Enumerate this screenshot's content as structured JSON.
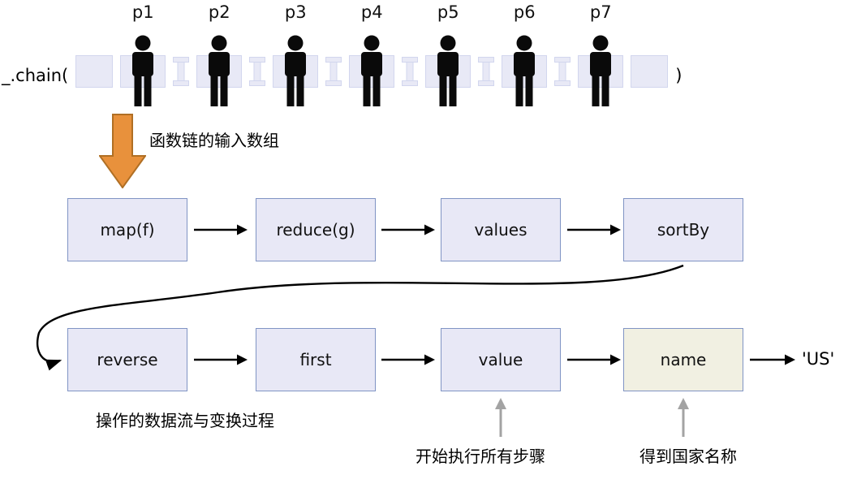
{
  "chain": {
    "prefix": "_.chain(",
    "suffix": ")",
    "people": [
      {
        "label": "p1"
      },
      {
        "label": "p2"
      },
      {
        "label": "p3"
      },
      {
        "label": "p4"
      },
      {
        "label": "p5"
      },
      {
        "label": "p6"
      },
      {
        "label": "p7"
      }
    ]
  },
  "labels": {
    "input_array": "函数链的输入数组",
    "flow_caption": "操作的数据流与变换过程",
    "start_all_steps": "开始执行所有步骤",
    "get_country_name": "得到国家名称"
  },
  "pipeline": {
    "row1": [
      {
        "label": "map(f)"
      },
      {
        "label": "reduce(g)"
      },
      {
        "label": "values"
      },
      {
        "label": "sortBy"
      }
    ],
    "row2": [
      {
        "label": "reverse"
      },
      {
        "label": "first"
      },
      {
        "label": "value"
      },
      {
        "label": "name"
      }
    ],
    "result": "'US'"
  },
  "colors": {
    "box_fill": "#e8e8f6",
    "box_border": "#8094c4",
    "name_box_fill": "#f1f0e2",
    "array_cell_fill": "#e8e9f6",
    "block_arrow_orange": "#e8913c",
    "block_arrow_border": "#b06f24",
    "gray_arrow": "#a3a3a3",
    "flow_arrow": "#000000"
  },
  "icons": {
    "person": "person-icon",
    "block_down_arrow": "block-down-arrow-icon",
    "right_arrow": "arrow-right-icon",
    "curved_arrow": "curved-flow-arrow-icon",
    "up_arrow": "arrow-up-icon",
    "array_separator": "array-separator-icon"
  }
}
